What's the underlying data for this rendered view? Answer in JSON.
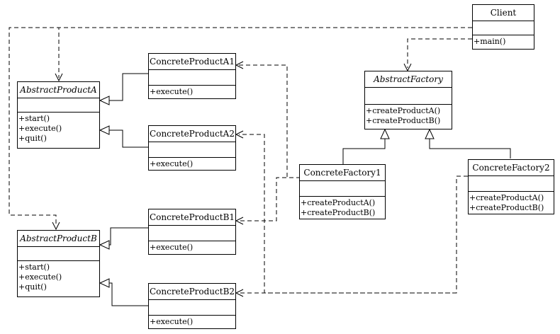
{
  "classes": {
    "client": {
      "name": "Client",
      "ops": [
        "+main()"
      ]
    },
    "abstract_factory": {
      "name": "AbstractFactory",
      "ops": [
        "+createProductA()",
        "+createProductB()"
      ]
    },
    "concrete_factory1": {
      "name": "ConcreteFactory1",
      "ops": [
        "+createProductA()",
        "+createProductB()"
      ]
    },
    "concrete_factory2": {
      "name": "ConcreteFactory2",
      "ops": [
        "+createProductA()",
        "+createProductB()"
      ]
    },
    "abstract_product_a": {
      "name": "AbstractProductA",
      "ops": [
        "+start()",
        "+execute()",
        "+quit()"
      ]
    },
    "abstract_product_b": {
      "name": "AbstractProductB",
      "ops": [
        "+start()",
        "+execute()",
        "+quit()"
      ]
    },
    "concrete_product_a1": {
      "name": "ConcreteProductA1",
      "ops": [
        "+execute()"
      ]
    },
    "concrete_product_a2": {
      "name": "ConcreteProductA2",
      "ops": [
        "+execute()"
      ]
    },
    "concrete_product_b1": {
      "name": "ConcreteProductB1",
      "ops": [
        "+execute()"
      ]
    },
    "concrete_product_b2": {
      "name": "ConcreteProductB2",
      "ops": [
        "+execute()"
      ]
    }
  }
}
